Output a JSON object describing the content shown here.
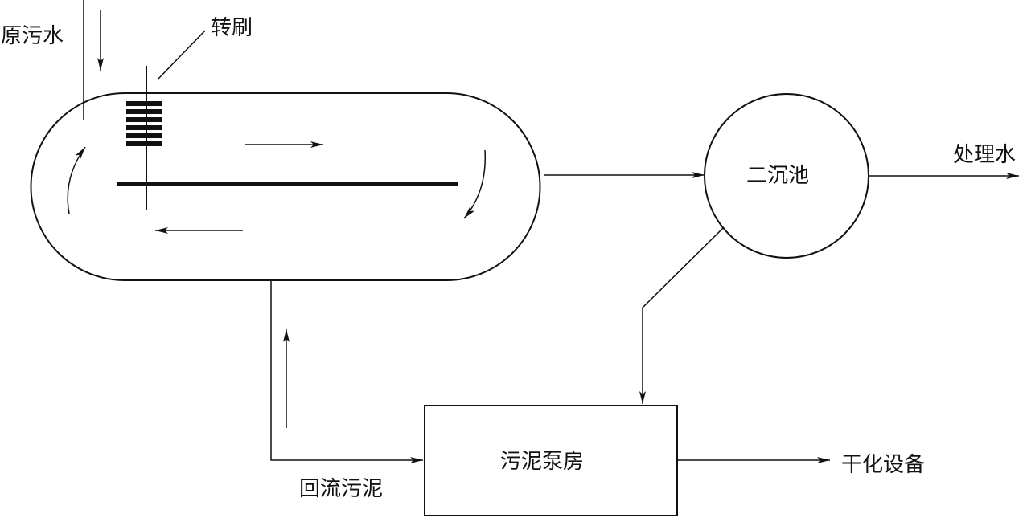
{
  "labels": {
    "raw_sewage": "原污水",
    "rotor_brush": "转刷",
    "secondary_clarifier": "二沉池",
    "treated_water": "处理水",
    "sludge_pump_house": "污泥泵房",
    "drying_equipment": "干化设备",
    "return_sludge": "回流污泥"
  },
  "colors": {
    "line": "#111111",
    "background": "#ffffff"
  }
}
